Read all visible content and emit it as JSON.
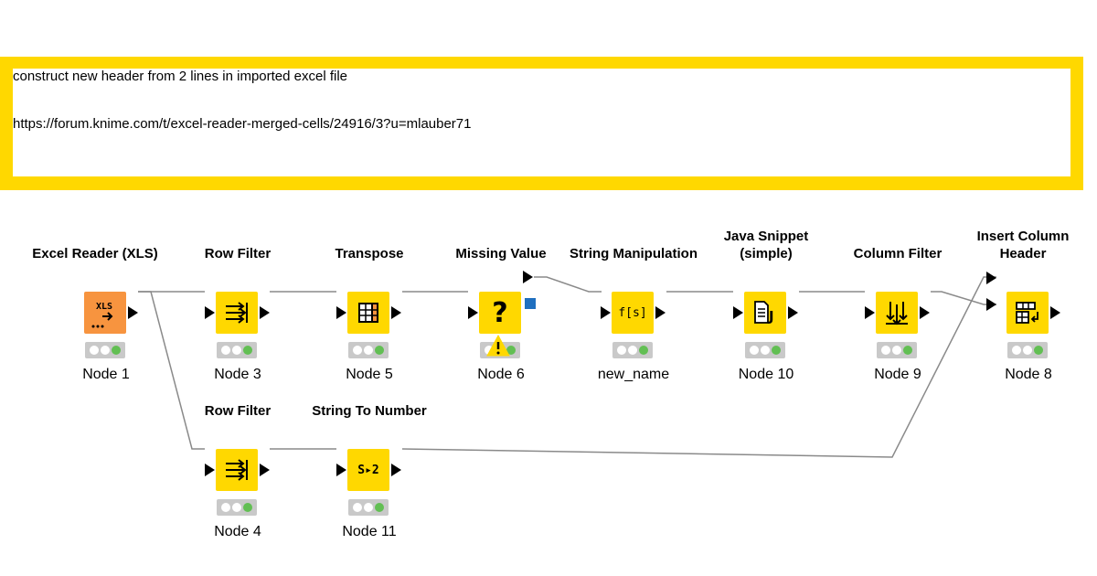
{
  "annotation": {
    "line1": "construct new header from 2 lines in imported excel file",
    "line2": "https://forum.knime.com/t/excel-reader-merged-cells/24916/3?u=mlauber71"
  },
  "nodes": {
    "excel_reader": {
      "title": "Excel Reader (XLS)",
      "label": "Node 1",
      "icon": "xls-reader-icon",
      "icon_text": "XLS"
    },
    "row_filter_3": {
      "title": "Row Filter",
      "label": "Node 3",
      "icon": "row-filter-icon"
    },
    "transpose": {
      "title": "Transpose",
      "label": "Node 5",
      "icon": "transpose-icon"
    },
    "missing_value": {
      "title": "Missing Value",
      "label": "Node 6",
      "icon": "question-mark-icon",
      "icon_text": "?"
    },
    "string_manipulation": {
      "title": "String Manipulation",
      "label": "new_name",
      "icon": "string-function-icon",
      "icon_text": "f[s]"
    },
    "java_snippet": {
      "title_line1": "Java Snippet",
      "title_line2": "(simple)",
      "label": "Node 10",
      "icon": "java-snippet-icon",
      "icon_text": "J"
    },
    "column_filter": {
      "title": "Column Filter",
      "label": "Node 9",
      "icon": "column-filter-icon"
    },
    "insert_column_header": {
      "title_line1": "Insert Column",
      "title_line2": "Header",
      "label": "Node 8",
      "icon": "insert-header-icon"
    },
    "row_filter_4": {
      "title": "Row Filter",
      "label": "Node 4",
      "icon": "row-filter-icon"
    },
    "string_to_number": {
      "title": "String To Number",
      "label": "Node 11",
      "icon": "string-to-number-icon",
      "icon_text": "S▸2"
    }
  },
  "colors": {
    "knime_yellow": "#FFD800",
    "source_orange": "#F7943F",
    "status_green": "#62BF53",
    "port_blue": "#1F6FBF"
  }
}
